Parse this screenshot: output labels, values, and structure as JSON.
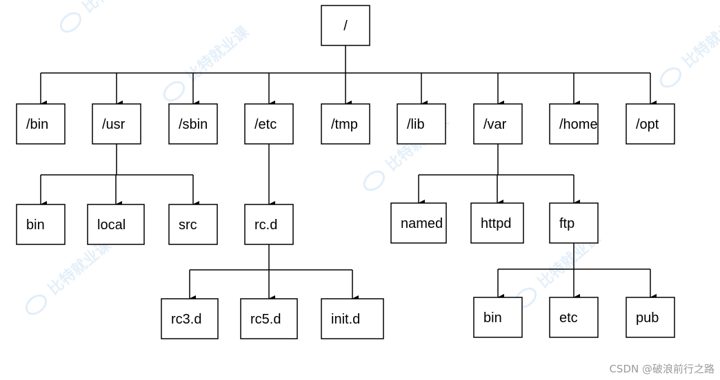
{
  "diagram": {
    "type": "directory-tree",
    "nodes": [
      {
        "id": "root",
        "label": "/"
      },
      {
        "id": "bin",
        "label": "/bin"
      },
      {
        "id": "usr",
        "label": "/usr"
      },
      {
        "id": "sbin",
        "label": "/sbin"
      },
      {
        "id": "etc",
        "label": "/etc"
      },
      {
        "id": "tmp",
        "label": "/tmp"
      },
      {
        "id": "lib",
        "label": "/lib"
      },
      {
        "id": "var",
        "label": "/var"
      },
      {
        "id": "home",
        "label": "/home"
      },
      {
        "id": "opt",
        "label": "/opt"
      },
      {
        "id": "usr-bin",
        "label": "bin"
      },
      {
        "id": "usr-local",
        "label": "local"
      },
      {
        "id": "usr-src",
        "label": "src"
      },
      {
        "id": "etc-rcd",
        "label": "rc.d"
      },
      {
        "id": "var-named",
        "label": "named"
      },
      {
        "id": "var-httpd",
        "label": "httpd"
      },
      {
        "id": "var-ftp",
        "label": "ftp"
      },
      {
        "id": "rc3d",
        "label": "rc3.d"
      },
      {
        "id": "rc5d",
        "label": "rc5.d"
      },
      {
        "id": "initd",
        "label": "init.d"
      },
      {
        "id": "ftp-bin",
        "label": "bin"
      },
      {
        "id": "ftp-etc",
        "label": "etc"
      },
      {
        "id": "ftp-pub",
        "label": "pub"
      }
    ],
    "edges": [
      [
        "root",
        "bin"
      ],
      [
        "root",
        "usr"
      ],
      [
        "root",
        "sbin"
      ],
      [
        "root",
        "etc"
      ],
      [
        "root",
        "tmp"
      ],
      [
        "root",
        "lib"
      ],
      [
        "root",
        "var"
      ],
      [
        "root",
        "home"
      ],
      [
        "root",
        "opt"
      ],
      [
        "usr",
        "usr-bin"
      ],
      [
        "usr",
        "usr-local"
      ],
      [
        "usr",
        "usr-src"
      ],
      [
        "etc",
        "etc-rcd"
      ],
      [
        "etc-rcd",
        "rc3d"
      ],
      [
        "etc-rcd",
        "rc5d"
      ],
      [
        "etc-rcd",
        "initd"
      ],
      [
        "var",
        "var-named"
      ],
      [
        "var",
        "var-httpd"
      ],
      [
        "var",
        "var-ftp"
      ],
      [
        "var-ftp",
        "ftp-bin"
      ],
      [
        "var-ftp",
        "ftp-etc"
      ],
      [
        "var-ftp",
        "ftp-pub"
      ]
    ]
  },
  "watermark": {
    "text": "比特就业课",
    "color": "#cfe3f5"
  },
  "credit": "CSDN @破浪前行之路"
}
